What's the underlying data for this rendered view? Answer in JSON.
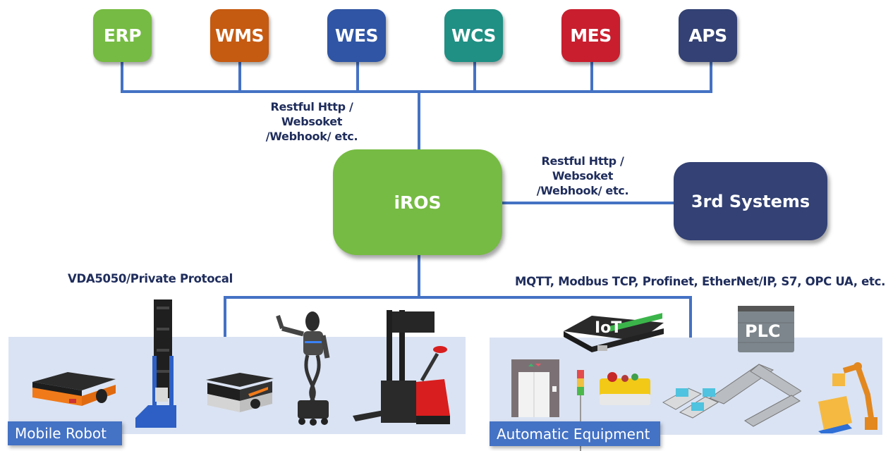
{
  "top_systems": [
    {
      "label": "ERP",
      "color": "#76bb43"
    },
    {
      "label": "WMS",
      "color": "#c55a11"
    },
    {
      "label": "WES",
      "color": "#2f55a4"
    },
    {
      "label": "WCS",
      "color": "#208f84"
    },
    {
      "label": "MES",
      "color": "#c81e2e"
    },
    {
      "label": "APS",
      "color": "#334174"
    }
  ],
  "upper_protocol": [
    "Restful Http /",
    "Websoket",
    "/Webhook/ etc."
  ],
  "core": {
    "label": "iROS",
    "color": "#76bb43"
  },
  "side_protocol": [
    "Restful Http /",
    "Websoket",
    "/Webhook/ etc."
  ],
  "third_party": {
    "label": "3rd Systems",
    "color": "#334174"
  },
  "robot_protocol": "VDA5050/Private Protocal",
  "equipment_protocol": "MQTT, Modbus TCP, Profinet, EtherNet/IP, S7, OPC UA, etc.",
  "mobile_robot": {
    "title": "Mobile Robot",
    "devices": [
      "latent-lifting-amr",
      "stacker-amr",
      "jacking-amr",
      "humanoid-robot",
      "electric-stacker-forklift"
    ]
  },
  "automatic_equipment": {
    "title": "Automatic Equipment",
    "iot_label": "IoT",
    "plc_label": "PLC",
    "devices": [
      "iot-gateway",
      "plc",
      "elevator",
      "signal-tower-light",
      "button-box",
      "conveyor-line",
      "robotic-arm-palletizer"
    ]
  },
  "colors": {
    "connector": "#4472c4",
    "panel": "#dae3f3",
    "protocol_text": "#1f2d5c"
  }
}
